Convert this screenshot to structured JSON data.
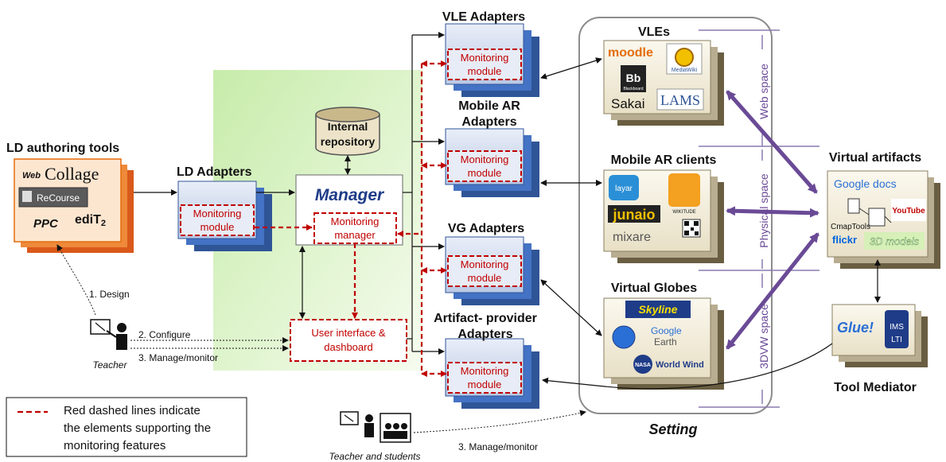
{
  "ld_authoring": {
    "title": "LD authoring tools",
    "tools": [
      "Web",
      "Collage",
      "ReCourse",
      "PPC",
      "ediT",
      "2"
    ]
  },
  "ld_adapters": {
    "title": "LD Adapters",
    "monitoring": [
      "Monitoring",
      "module"
    ]
  },
  "platform": {
    "repository": [
      "Internal",
      "repository"
    ],
    "manager": "Manager",
    "monitoring_manager": [
      "Monitoring",
      "manager"
    ],
    "ui": [
      "User interface &",
      "dashboard"
    ]
  },
  "adapters": {
    "vle": {
      "title": "VLE Adapters",
      "monitoring": [
        "Monitoring",
        "module"
      ]
    },
    "mobile": {
      "title": [
        "Mobile AR",
        "Adapters"
      ],
      "monitoring": [
        "Monitoring",
        "module"
      ]
    },
    "vg": {
      "title": "VG Adapters",
      "monitoring": [
        "Monitoring",
        "module"
      ]
    },
    "artifact": {
      "title": [
        "Artifact- provider",
        "Adapters"
      ],
      "monitoring": [
        "Monitoring",
        "module"
      ]
    }
  },
  "setting": {
    "title": "Setting",
    "vles": {
      "title": "VLEs",
      "logos": [
        "moodle",
        "MediaWiki",
        "Bb",
        "Blackboard",
        "Sakai",
        "LAMS"
      ]
    },
    "mobile_clients": {
      "title": "Mobile AR clients",
      "logos": [
        "layar",
        "junaio",
        "WIKITUDE",
        "mixare"
      ]
    },
    "globes": {
      "title": "Virtual Globes",
      "logos": [
        "Skyline",
        "Google",
        "Earth",
        "NASA",
        "World Wind"
      ]
    },
    "spaces": [
      "Web space",
      "Physical space",
      "3DVW space"
    ]
  },
  "virtual_artifacts": {
    "title": "Virtual artifacts",
    "logos": [
      "Google docs",
      "CmapTools",
      "YouTube",
      "flickr",
      "3D models"
    ]
  },
  "tool_mediator": {
    "title": "Tool Mediator",
    "logos": [
      "Glue!",
      "IMS",
      "LTI"
    ]
  },
  "actors": {
    "teacher": "Teacher",
    "teacher_students": "Teacher and students",
    "actions": [
      "1. Design",
      "2. Configure",
      "3. Manage/monitor",
      "3. Manage/monitor"
    ]
  },
  "legend": [
    "Red dashed lines indicate",
    "the elements supporting the",
    "monitoring features"
  ],
  "colors": {
    "red": "#c00000",
    "purple": "#6a4a96",
    "blue": "#2f5597",
    "orange": "#e46c0a",
    "green": "#d6f0b8"
  }
}
